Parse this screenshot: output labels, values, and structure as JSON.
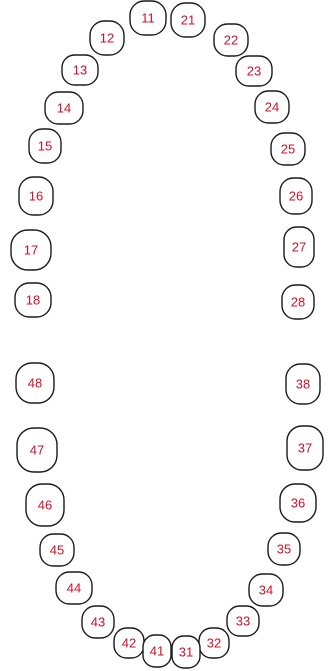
{
  "colors": {
    "outline": "#1a1a1a",
    "label": "#d0102a",
    "background": "#ffffff"
  },
  "upper_arch": {
    "teeth": [
      {
        "label": "11"
      },
      {
        "label": "12"
      },
      {
        "label": "13"
      },
      {
        "label": "14"
      },
      {
        "label": "15"
      },
      {
        "label": "16"
      },
      {
        "label": "17"
      },
      {
        "label": "18"
      },
      {
        "label": "21"
      },
      {
        "label": "22"
      },
      {
        "label": "23"
      },
      {
        "label": "24"
      },
      {
        "label": "25"
      },
      {
        "label": "26"
      },
      {
        "label": "27"
      },
      {
        "label": "28"
      }
    ]
  },
  "lower_arch": {
    "teeth": [
      {
        "label": "48"
      },
      {
        "label": "47"
      },
      {
        "label": "46"
      },
      {
        "label": "45"
      },
      {
        "label": "44"
      },
      {
        "label": "43"
      },
      {
        "label": "42"
      },
      {
        "label": "41"
      },
      {
        "label": "38"
      },
      {
        "label": "37"
      },
      {
        "label": "36"
      },
      {
        "label": "35"
      },
      {
        "label": "34"
      },
      {
        "label": "33"
      },
      {
        "label": "32"
      },
      {
        "label": "31"
      }
    ]
  }
}
